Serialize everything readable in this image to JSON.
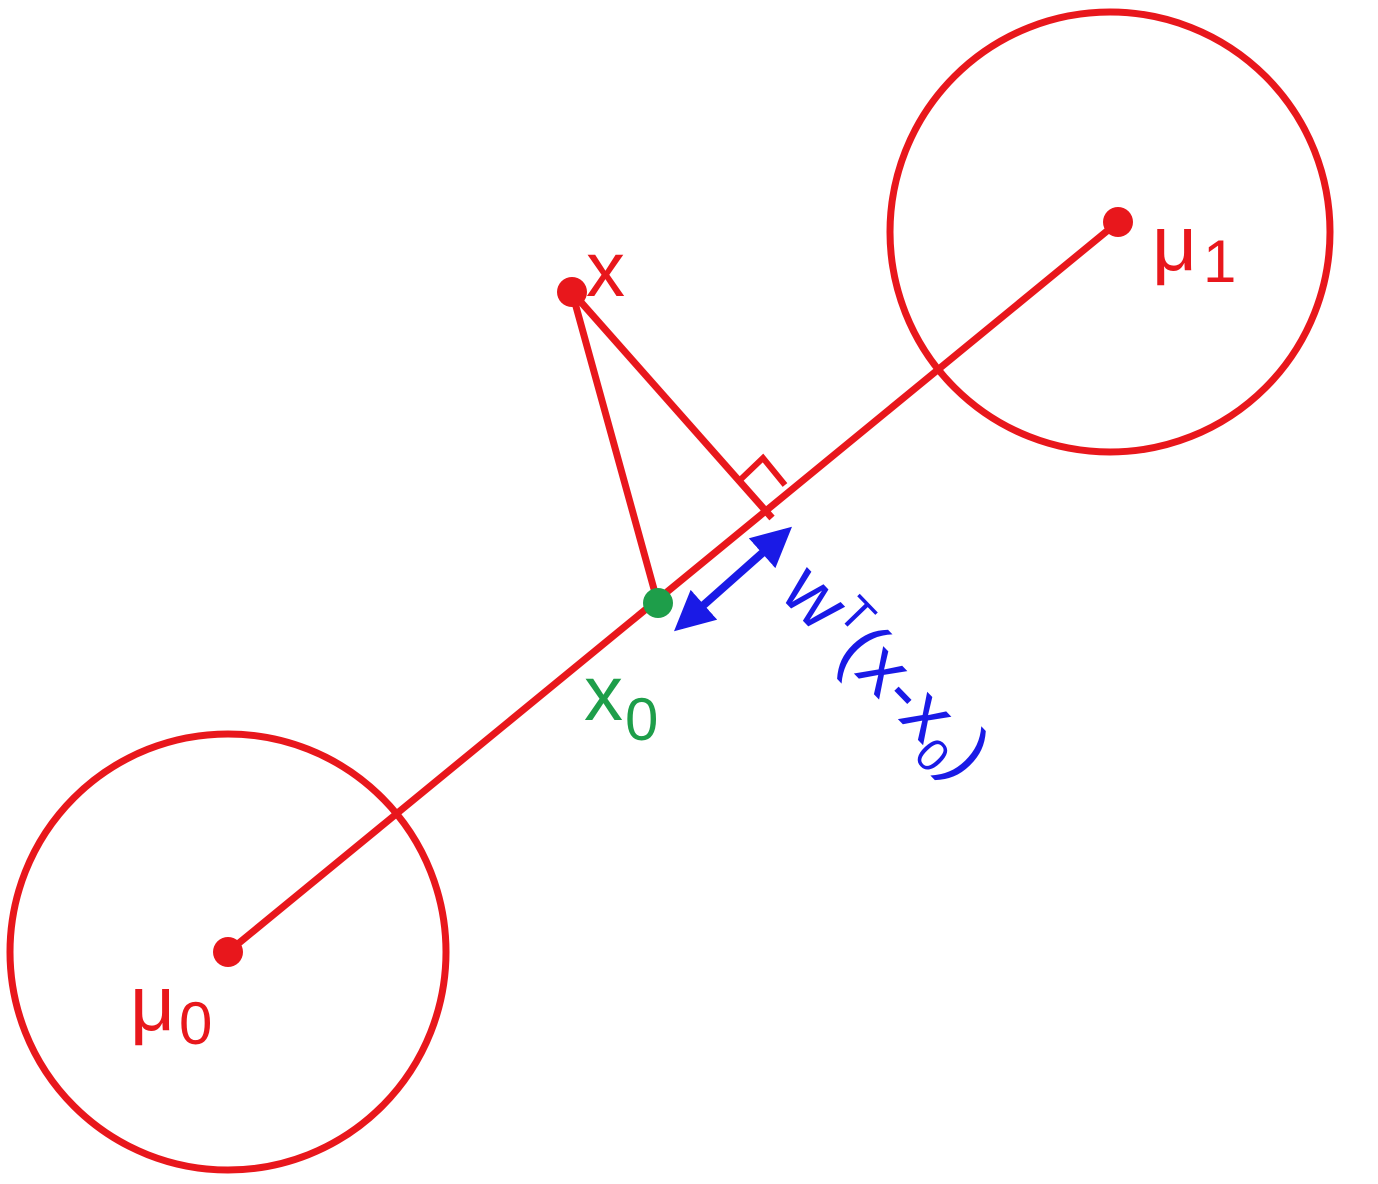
{
  "colors": {
    "primary": "#e8171c",
    "projection": "#1a1ae6",
    "projection_point": "#1e9e4a",
    "background": "#ffffff"
  },
  "labels": {
    "mu0_base": "μ",
    "mu0_sub": "0",
    "mu1_base": "μ",
    "mu1_sub": "1",
    "x": "x",
    "x0_base": "x",
    "x0_sub": "0",
    "proj_w": "w",
    "proj_sup": "T",
    "proj_open": "(x-x",
    "proj_sub": "0",
    "proj_close": ")"
  }
}
